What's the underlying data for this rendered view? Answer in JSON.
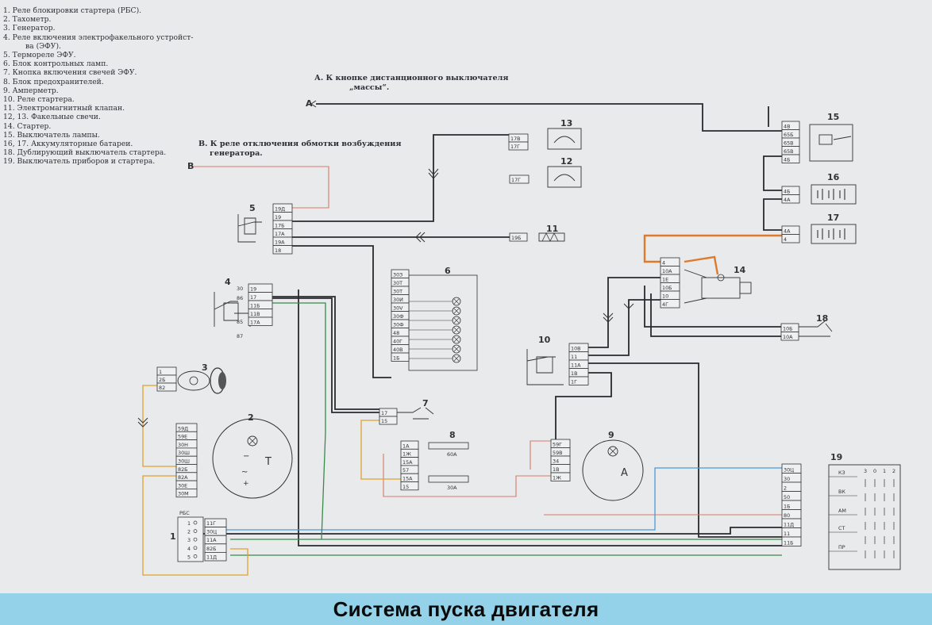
{
  "legend": {
    "items": [
      "1. Реле блокировки стартера (РБС).",
      "2. Тахометр.",
      "3. Генератор.",
      "4. Реле включения электрофакельного устройст-",
      "ва (ЭФУ).",
      "5. Термореле ЭФУ.",
      "6. Блок контрольных ламп.",
      "7. Кнопка включения свечей ЭФУ.",
      "8. Блок предохранителей.",
      "9. Амперметр.",
      "10. Реле стартера.",
      "11. Электромагнитный клапан.",
      "12, 13. Факельные свечи.",
      "14. Стартер.",
      "15. Выключатель лампы.",
      "16, 17. Аккумуляторные батареи.",
      "18. Дублирующий выключатель стартера.",
      "19. Выключатель приборов и стартера."
    ]
  },
  "notes": {
    "a_line1": "А. К кнопке дистанционного выключателя",
    "a_line2": "„массы“.",
    "b_line1": "В. К реле отключения обмотки возбуждения",
    "b_line2": "генератора.",
    "a_label": "А",
    "b_label": "В"
  },
  "components": {
    "c1": "1",
    "c2": "2",
    "c3": "3",
    "c4": "4",
    "c5": "5",
    "c6": "6",
    "c7": "7",
    "c8": "8",
    "c9": "9",
    "c10": "10",
    "c11": "11",
    "c12": "12",
    "c13": "13",
    "c14": "14",
    "c15": "15",
    "c16": "16",
    "c17": "17",
    "c18": "18",
    "c19": "19"
  },
  "terminals": {
    "t5": [
      "19Д",
      "19",
      "17Б",
      "17А",
      "19А",
      "18"
    ],
    "t4": [
      "19",
      "17",
      "11Б",
      "11В",
      "17А"
    ],
    "t4_pins": [
      "30",
      "86",
      "85",
      "87"
    ],
    "t3": [
      "1",
      "2Б",
      "82"
    ],
    "t2": [
      "59Д",
      "59Е",
      "30Н",
      "30Ш",
      "30Ш",
      "82Б",
      "82А",
      "30Е",
      "30М"
    ],
    "t2_letter": "Т",
    "t1": [
      "11Г",
      "30Ц",
      "11А",
      "82Б",
      "11Д"
    ],
    "t1_nums": [
      "1",
      "2",
      "3",
      "4",
      "5"
    ],
    "t1_title": "РБС",
    "t6": [
      "30З",
      "30Т",
      "30Т",
      "30И",
      "30V",
      "30Ф",
      "30Ф",
      "48",
      "40Г",
      "40В",
      "1Б"
    ],
    "t7": [
      "17",
      "15"
    ],
    "t8": [
      "1А",
      "1Ж",
      "15А",
      "57",
      "15А",
      "15"
    ],
    "t8_fuse1": "60А",
    "t8_fuse2": "30А",
    "t9": [
      "59Г",
      "59В",
      "34",
      "1В",
      "1Ж"
    ],
    "t9_letter": "А",
    "t10": [
      "10В",
      "11",
      "11А",
      "1В",
      "1Г"
    ],
    "t11": "19Б",
    "t12": "17Г",
    "t13": [
      "17В",
      "17Г"
    ],
    "t14": [
      "4",
      "10А",
      "1Е",
      "10Б",
      "10",
      "4Г"
    ],
    "t15": [
      "4В",
      "65Б",
      "65В",
      "65В",
      "4Б"
    ],
    "t16": [
      "4Б",
      "4А"
    ],
    "t17": [
      "4А",
      "4"
    ],
    "t18": [
      "10Б",
      "10А"
    ],
    "t19": [
      "30Ц",
      "30",
      "2",
      "50",
      "1Б",
      "80",
      "11Д",
      "11",
      "11Б"
    ],
    "t19_positions": [
      "КЗ",
      "ВК",
      "АМ",
      "СТ",
      "ПР"
    ],
    "t19_header": [
      "3",
      "0",
      "1",
      "2"
    ]
  },
  "caption": "Система пуска двигателя",
  "colors": {
    "wire_black": "#2a2a2e",
    "wire_orange": "#e07a2a",
    "wire_red": "#d87a6a",
    "wire_blue": "#4a9ad8",
    "wire_green": "#3a8a4a",
    "wire_yellow": "#e0a030",
    "caption_bg": "#93d2e8"
  }
}
